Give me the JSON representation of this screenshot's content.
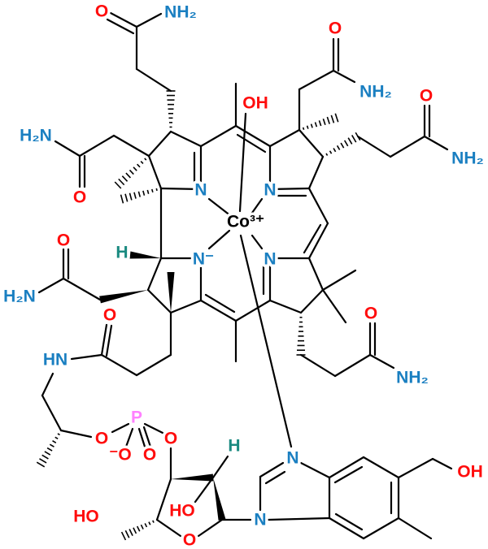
{
  "compound": {
    "central_metal": "Co³⁺",
    "labels": {
      "amide_a_o": "O",
      "amide_a_nh2": "NH₂",
      "amide_b_nh2": "H₂N",
      "amide_b_o": "O",
      "amide_c_o": "O",
      "amide_c_nh2": "NH₂",
      "amide_d_o": "O",
      "amide_d_nh2": "NH₂",
      "amide_e_o": "O",
      "amide_e_nh2": "NH₂",
      "amide_f_o": "O",
      "amide_f_nh2": "H₂N",
      "amide_g_o": "O",
      "amide_g_nh": "HN",
      "hydroxo": "OH",
      "n1": "N",
      "n2": "N",
      "n3": "N⁻",
      "n4": "N",
      "h_ring": "H",
      "phosphate_o1": "O",
      "phosphate_p": "P",
      "phosphate_ominus": "⁻O",
      "phosphate_oeq": "O",
      "phosphate_o2": "O",
      "sugar_h": "H",
      "sugar_oh": "HO",
      "sugar_ch2oh": "HO",
      "sugar_ring_o": "O",
      "bzim_n1": "N",
      "bzim_n3": "N",
      "bzim_oh": "OH"
    }
  }
}
